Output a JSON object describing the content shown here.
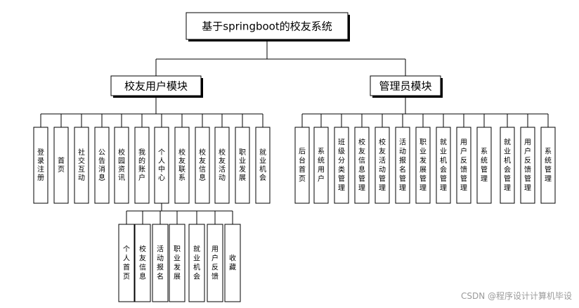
{
  "root": {
    "label": "基于springboot的校友系统"
  },
  "branches": [
    {
      "label": "校友用户模块",
      "children": [
        "登录注册",
        "首页",
        "社交互动",
        "公告消息",
        "校园资讯",
        "我的账户",
        "个人中心",
        "校友联系",
        "校友信息",
        "校友活动",
        "职业发展",
        "就业机会"
      ]
    },
    {
      "label": "管理员模块",
      "children": [
        "后台首页",
        "系统用户",
        "班级分类管理",
        "校友信息管理",
        "校友活动管理",
        "活动报名管理",
        "职业发展管理",
        "就业机会管理",
        "用户反馈管理",
        "系统管理",
        "就业机会管理",
        "用户反馈管理",
        "系统管理"
      ]
    }
  ],
  "subtree": {
    "parent": "个人中心",
    "children": [
      "个人首页",
      "校友信息",
      "活动报名",
      "职业发展",
      "就业机会",
      "用户反馈",
      "收藏"
    ]
  },
  "watermark": "CSDN @程序设计计算机毕设"
}
